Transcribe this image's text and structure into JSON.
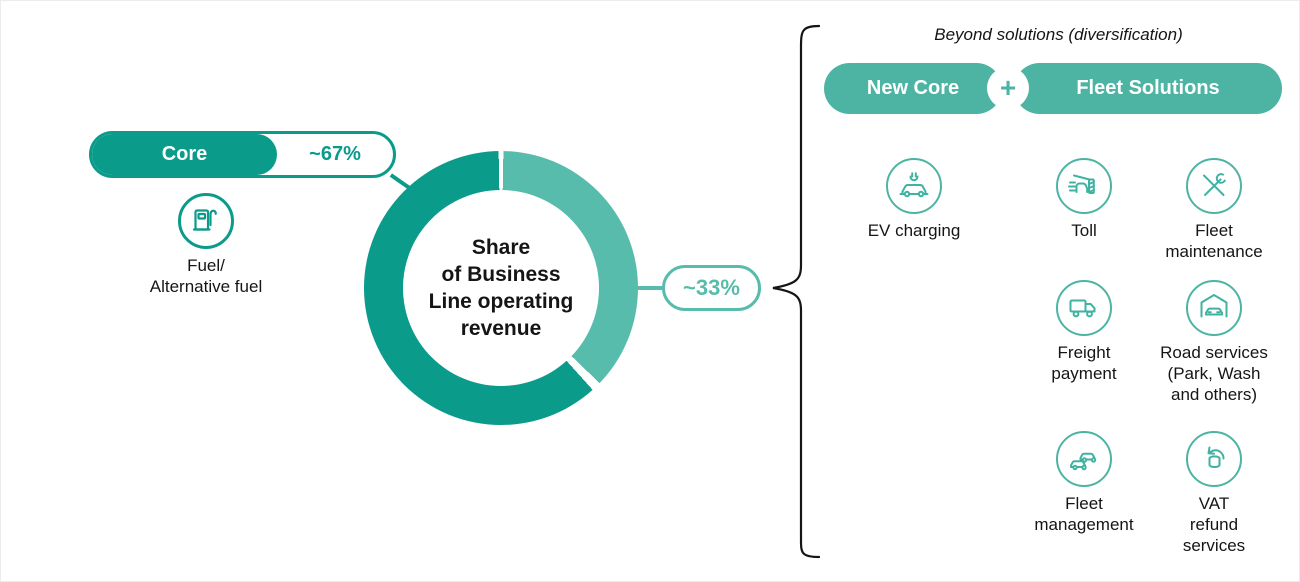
{
  "palette": {
    "teal_dark": "#0a9b8b",
    "teal_mid": "#4db4a4",
    "teal_light": "#57bcab",
    "text": "#151515"
  },
  "core": {
    "label": "Core",
    "value": "~67%",
    "icon": "fuel-pump-icon",
    "sub_label": "Fuel/\nAlternative fuel"
  },
  "donut": {
    "center_lines": [
      "Share",
      "of Business",
      "Line operating",
      "revenue"
    ],
    "callout_value": "~33%"
  },
  "beyond": {
    "title": "Beyond solutions (diversification)",
    "pill_left": "New Core",
    "plus": "+",
    "pill_right": "Fleet Solutions",
    "items": [
      {
        "icon": "ev-charging-icon",
        "label": "EV charging"
      },
      {
        "icon": "toll-icon",
        "label": "Toll"
      },
      {
        "icon": "fleet-maintenance-icon",
        "label": "Fleet\nmaintenance"
      },
      {
        "icon": "freight-payment-icon",
        "label": "Freight\npayment"
      },
      {
        "icon": "road-services-icon",
        "label": "Road services\n(Park, Wash\nand others)"
      },
      {
        "icon": "fleet-management-icon",
        "label": "Fleet\nmanagement"
      },
      {
        "icon": "vat-refund-icon",
        "label": "VAT\nrefund\nservices"
      }
    ]
  },
  "chart_data": {
    "type": "pie",
    "donut": true,
    "title": "Share of Business Line operating revenue",
    "categories": [
      "Core",
      "Beyond solutions (diversification)"
    ],
    "values": [
      67,
      33
    ],
    "value_labels": [
      "~67%",
      "~33%"
    ],
    "colors": [
      "#0a9b8b",
      "#57bcab"
    ],
    "legend_position": "callouts"
  }
}
